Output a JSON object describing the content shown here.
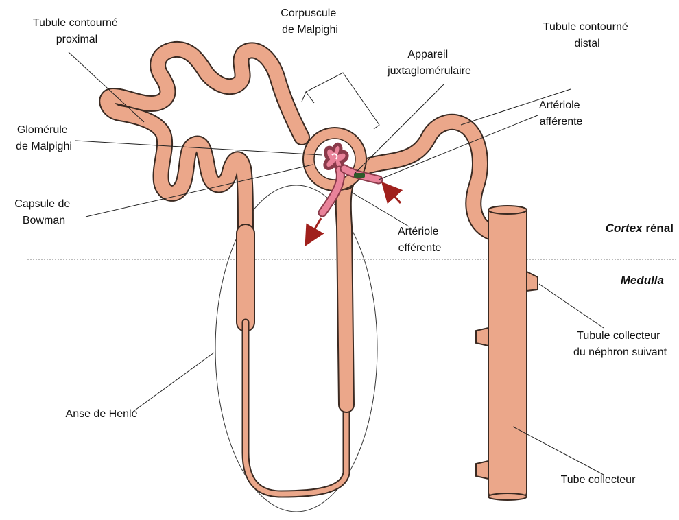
{
  "labels": {
    "tubule_proximal": [
      "Tubule contourné",
      "proximal"
    ],
    "corpuscule": [
      "Corpuscule",
      "de Malpighi"
    ],
    "tubule_distal": [
      "Tubule contourné",
      "distal"
    ],
    "appareil_jg": [
      "Appareil",
      "juxtaglomérulaire"
    ],
    "glomerule": [
      "Glomérule",
      "de Malpighi"
    ],
    "arteriole_afferente": [
      "Artériole",
      "afférente"
    ],
    "capsule_bowman": [
      "Capsule de",
      "Bowman"
    ],
    "arteriole_efferente": [
      "Artériole",
      "efférente"
    ],
    "anse_henle": "Anse de Henle",
    "tubule_collecteur_suivant": [
      "Tubule collecteur",
      "du néphron suivant"
    ],
    "tube_collecteur": "Tube collecteur"
  },
  "zones": {
    "cortex_prefix": "Cortex",
    "cortex_suffix": " rénal",
    "medulla": "Medulla"
  },
  "colors": {
    "tubule_fill": "#EBA78A",
    "tubule_outline": "#3A2A22",
    "vessel": "#E9839A",
    "vessel_outline": "#8A3A4A",
    "arrow": "#A0201C",
    "macula_densa": "#2E5A2A"
  }
}
